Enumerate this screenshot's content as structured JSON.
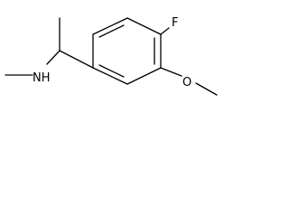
{
  "molecule": {
    "atoms": {
      "fluorine": "F",
      "oxygen": "O",
      "amine": "NH"
    },
    "colors": {
      "bond": "#000000",
      "label": "#000000",
      "background": "#ffffff"
    }
  }
}
